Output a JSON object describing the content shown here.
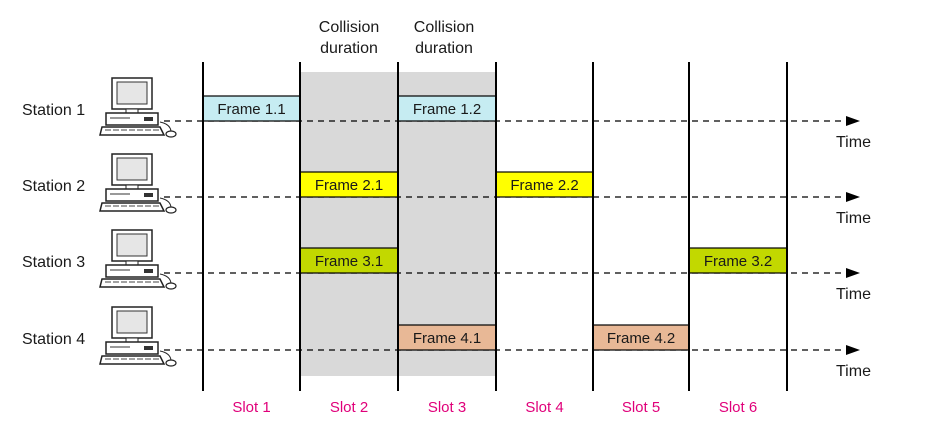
{
  "collision_labels": [
    {
      "line1": "Collision",
      "line2": "duration"
    },
    {
      "line1": "Collision",
      "line2": "duration"
    }
  ],
  "stations": [
    {
      "label": "Station 1",
      "time_label": "Time"
    },
    {
      "label": "Station 2",
      "time_label": "Time"
    },
    {
      "label": "Station 3",
      "time_label": "Time"
    },
    {
      "label": "Station 4",
      "time_label": "Time"
    }
  ],
  "frames": [
    {
      "label": "Frame 1.1",
      "station": 0,
      "slot": 0,
      "color": "#c6ecf2"
    },
    {
      "label": "Frame 1.2",
      "station": 0,
      "slot": 2,
      "color": "#c6ecf2"
    },
    {
      "label": "Frame 2.1",
      "station": 1,
      "slot": 1,
      "color": "#ffff00"
    },
    {
      "label": "Frame 2.2",
      "station": 1,
      "slot": 3,
      "color": "#ffff00"
    },
    {
      "label": "Frame 3.1",
      "station": 2,
      "slot": 1,
      "color": "#c2d800"
    },
    {
      "label": "Frame 3.2",
      "station": 2,
      "slot": 5,
      "color": "#c2d800"
    },
    {
      "label": "Frame 4.1",
      "station": 3,
      "slot": 2,
      "color": "#e8b896"
    },
    {
      "label": "Frame 4.2",
      "station": 3,
      "slot": 4,
      "color": "#e8b896"
    }
  ],
  "slots": [
    "Slot 1",
    "Slot 2",
    "Slot 3",
    "Slot 4",
    "Slot 5",
    "Slot 6"
  ],
  "collision_slots": [
    1,
    2
  ],
  "colors": {
    "collision_shade": "#d9d9d9",
    "slot_label": "#e0007a",
    "line": "#000000"
  },
  "icons": [
    "computer-icon"
  ]
}
